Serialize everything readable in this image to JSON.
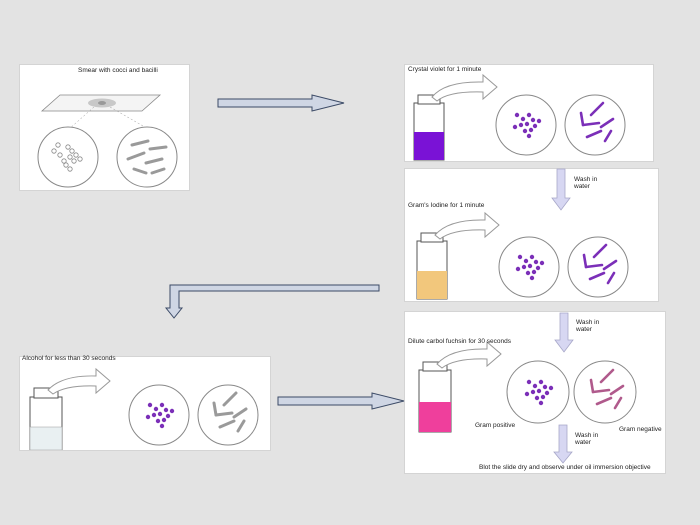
{
  "steps": {
    "smear": {
      "title": "Smear with cocci and bacilli"
    },
    "crystal": {
      "title": "Crystal violet for 1 minute",
      "dye_color": "#7a12d6"
    },
    "iodine": {
      "title": "Gram's Iodine for 1 minute",
      "dye_color": "#f2c77c"
    },
    "alcohol": {
      "title": "Alcohol for less than 30 seconds",
      "dye_color": "#e9f0f2"
    },
    "fuchsin": {
      "title": "Dilute carbol fuchsin for 30 seconds",
      "dye_color": "#ef3f9c",
      "gram_positive": "Gram positive",
      "gram_negative": "Gram negative"
    }
  },
  "wash_labels": {
    "wash1": "Wash in\nwater",
    "wash2": "Wash in\nwater",
    "wash3": "Wash in\nwater"
  },
  "final_note": "Blot the slide dry and observe under oil immersion objective",
  "colors": {
    "purple": "#7b2fb8",
    "pink": "#b05a8c",
    "unstained": "#9a9a9a",
    "arrow_fill": "#cfd6e4",
    "arrow_stroke": "#3b4a66",
    "wash_arrow": "#d7d7f2"
  }
}
